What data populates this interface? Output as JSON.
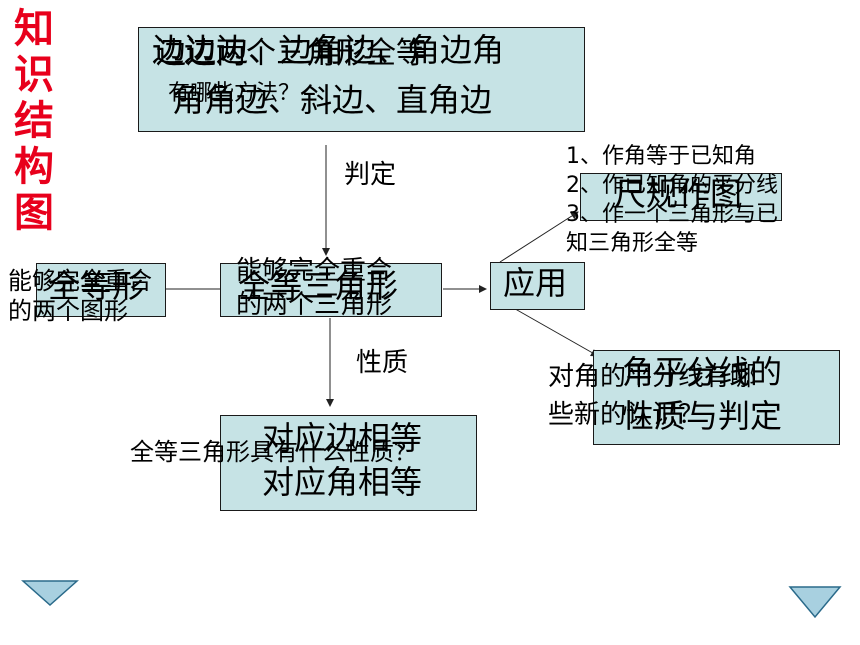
{
  "title_chars": [
    "知",
    "识",
    "结",
    "构",
    "图"
  ],
  "top_box": {
    "line1_a": "边边边、边角边、",
    "line1_b": "角边角",
    "line1_overlay": "边边两个三角形全等",
    "line2_a": "角角边",
    "line2_b": "、斜边、直角边",
    "line2_overlay": "有哪些方法？"
  },
  "label_judge": "判定",
  "label_property": "性质",
  "left_box": {
    "label": "全等形"
  },
  "left_overlay": {
    "line1": "能够完全重合",
    "line2": "的两个图形"
  },
  "center_box": {
    "label": "全等三角形"
  },
  "center_overlay": {
    "line1": "能够完全重合",
    "line2": "的两个三角形"
  },
  "apply_box": {
    "label": "应用"
  },
  "ruler_box": {
    "label": "尺规作图"
  },
  "ruler_list": {
    "item1": "1、作角等于已知角",
    "item2": "2、作已知角的平分线",
    "item3a": "3、作一个三角形与已",
    "item3b": "知三角形全等"
  },
  "bisector_box": {
    "line1": "角平分线的",
    "line2": "性质与判定"
  },
  "bisector_overlay": {
    "line1": "对角的平分线有哪",
    "line2": "些新的认识？"
  },
  "bottom_box": {
    "line1": "对应边相等",
    "line2": "对应角相等"
  },
  "bottom_overlay": "全等三角形具有什么性质？",
  "colors": {
    "title_red": "#e8001c",
    "box_fill": "#c6e3e5",
    "nav_fill": "#a8d0e0"
  },
  "nav": {
    "prev_icon": "triangle-down-icon",
    "next_icon": "triangle-down-icon"
  }
}
